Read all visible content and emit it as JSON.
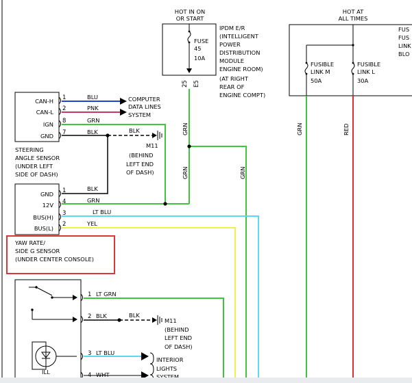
{
  "hot_in_on": {
    "line1": "HOT IN ON",
    "line2": "OR START"
  },
  "hot_at": {
    "line1": "HOT AT",
    "line2": "ALL TIMES"
  },
  "ipdm": {
    "lines": [
      "IPDM E/R",
      "(INTELLIGENT",
      "POWER",
      "DISTRIBUTION",
      "MODULE",
      "ENGINE ROOM)",
      "(AT RIGHT",
      "REAR OF",
      "ENGINE COMPT)"
    ],
    "fuse_lines": [
      "FUSE",
      "45",
      "10A"
    ],
    "pin": "25",
    "conn": "E5"
  },
  "right_cut": [
    "FUS",
    "FUS",
    "LINK",
    "BLO"
  ],
  "fusible_m": [
    "FUSIBLE",
    "LINK M",
    "50A"
  ],
  "fusible_l": [
    "FUSIBLE",
    "LINK L",
    "30A"
  ],
  "steering": {
    "pins": [
      "CAN-H",
      "CAN-L",
      "IGN",
      "GND"
    ],
    "nums": [
      "1",
      "2",
      "8",
      "7"
    ],
    "colors": [
      "BLU",
      "PNK",
      "GRN",
      "BLK"
    ],
    "label": [
      "STEERING",
      "ANGLE SENSOR",
      "(UNDER LEFT",
      "SIDE OF DASH)"
    ]
  },
  "computer": [
    "COMPUTER",
    "DATA LINES",
    "SYSTEM"
  ],
  "blk_ground": "BLK",
  "m11": [
    "M11",
    "(BEHIND",
    "LEFT END",
    "OF DASH)"
  ],
  "yaw": {
    "pins": [
      "GND",
      "12V",
      "BUS(H)",
      "BUS(L)"
    ],
    "nums": [
      "1",
      "4",
      "3",
      "2"
    ],
    "colors": [
      "BLK",
      "GRN",
      "LT BLU",
      "YEL"
    ],
    "label": [
      "YAW RATE/",
      "SIDE G SENSOR",
      "(UNDER CENTER CONSOLE)"
    ]
  },
  "lower": {
    "nums": [
      "1",
      "2",
      "3",
      "4"
    ],
    "colors": [
      "LT GRN",
      "BLK",
      "LT BLU",
      "WHT"
    ],
    "blk2": "BLK",
    "m11": [
      "M11",
      "(BEHIND",
      "LEFT END",
      "OF DASH)"
    ],
    "interior": [
      "INTERIOR",
      "LIGHTS",
      "SYSTEM"
    ],
    "ill": "ILL"
  },
  "wire_labels": {
    "grn1": "GRN",
    "grn2": "GRN",
    "grn3": "GRN",
    "grn4": "GRN",
    "red": "RED"
  },
  "colors": {
    "green": "#3ec43e",
    "red": "#e0302e",
    "blue": "#1f3fd8",
    "pink": "#c8365e",
    "ltblue": "#59d8f0",
    "yellow": "#f2ee4a",
    "highlight": "#d9383a"
  }
}
